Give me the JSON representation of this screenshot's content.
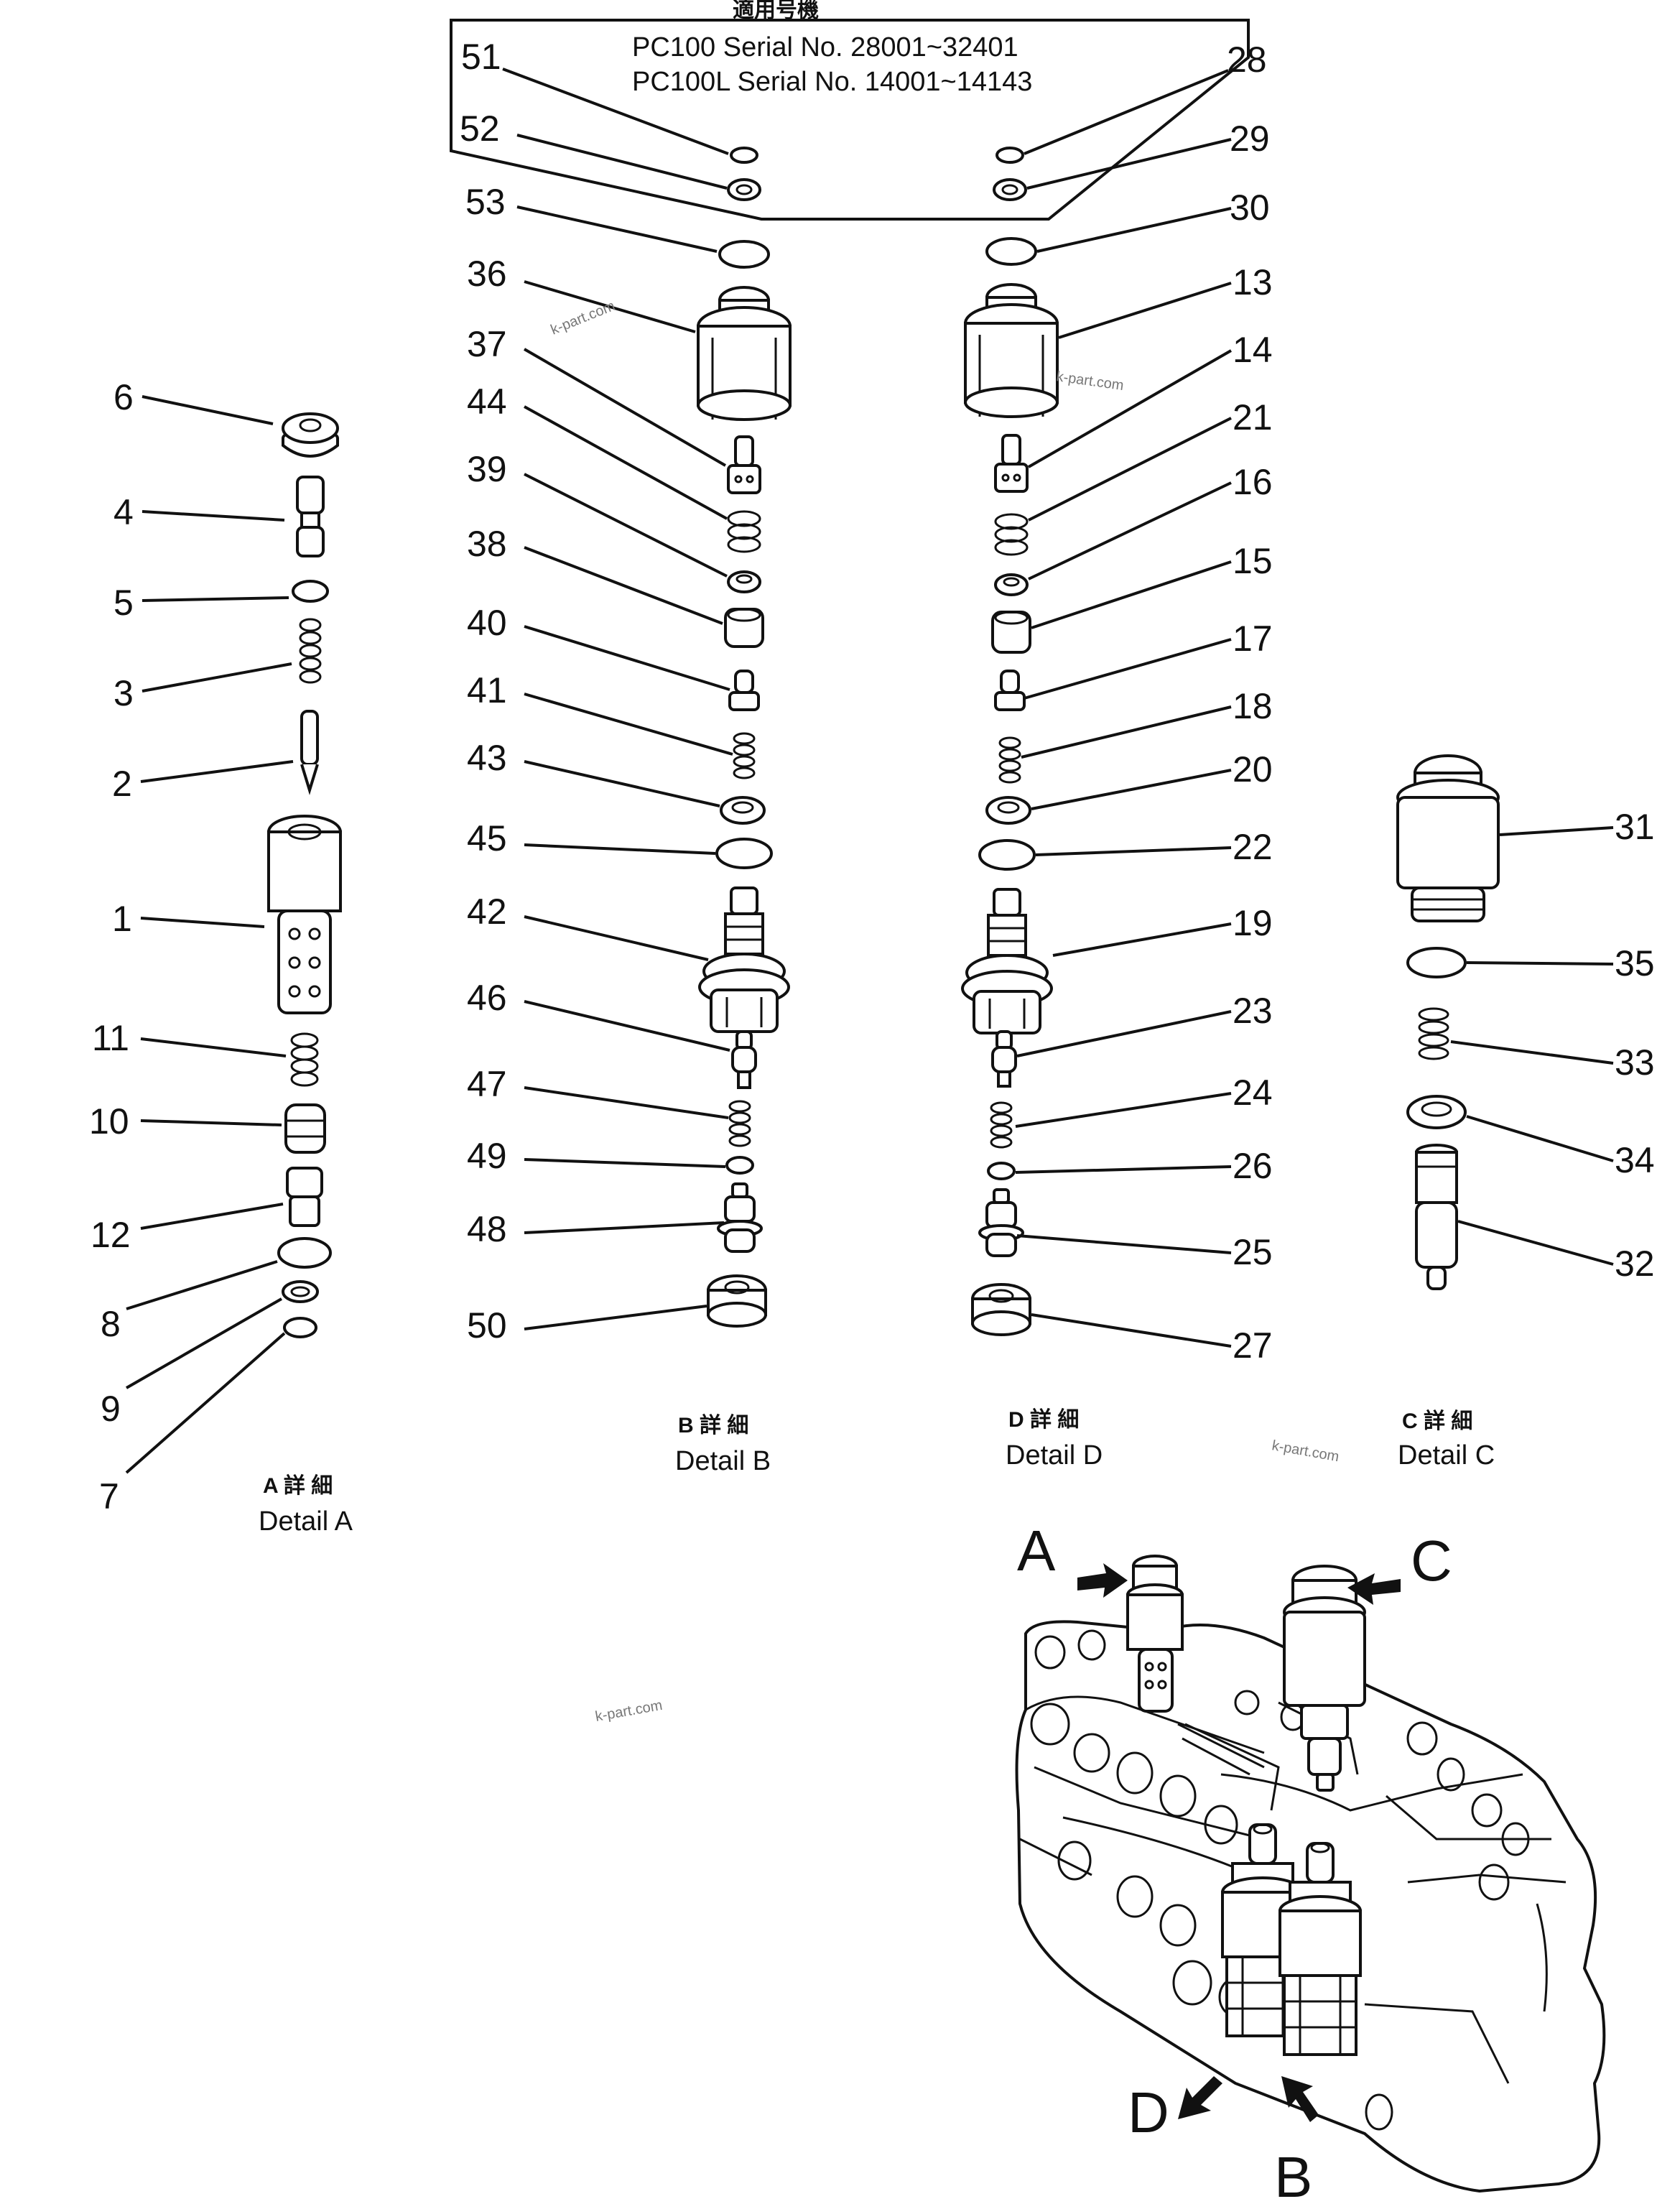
{
  "header": {
    "japanese_title": "適用号機",
    "line1": "PC100   Serial No. 28001~32401",
    "line2": "PC100L  Serial No. 14001~14143"
  },
  "details": {
    "a": {
      "jp": "A 詳 細",
      "en": "Detail  A"
    },
    "b": {
      "jp": "B 詳 細",
      "en": "Detail  B"
    },
    "d": {
      "jp": "D 詳 細",
      "en": "Detail  D"
    },
    "c": {
      "jp": "C 詳 細",
      "en": "Detail  C"
    }
  },
  "arrows": {
    "a": "A",
    "b": "B",
    "c": "C",
    "d": "D"
  },
  "watermark": "k-part.com",
  "callouts": [
    {
      "id": "c6",
      "label": "6"
    },
    {
      "id": "c4",
      "label": "4"
    },
    {
      "id": "c5",
      "label": "5"
    },
    {
      "id": "c3",
      "label": "3"
    },
    {
      "id": "c2",
      "label": "2"
    },
    {
      "id": "c1",
      "label": "1"
    },
    {
      "id": "c11",
      "label": "11"
    },
    {
      "id": "c10",
      "label": "10"
    },
    {
      "id": "c12",
      "label": "12"
    },
    {
      "id": "c8",
      "label": "8"
    },
    {
      "id": "c9",
      "label": "9"
    },
    {
      "id": "c7",
      "label": "7"
    },
    {
      "id": "c51",
      "label": "51"
    },
    {
      "id": "c52",
      "label": "52"
    },
    {
      "id": "c53",
      "label": "53"
    },
    {
      "id": "c36",
      "label": "36"
    },
    {
      "id": "c37",
      "label": "37"
    },
    {
      "id": "c44",
      "label": "44"
    },
    {
      "id": "c39",
      "label": "39"
    },
    {
      "id": "c38",
      "label": "38"
    },
    {
      "id": "c40",
      "label": "40"
    },
    {
      "id": "c41",
      "label": "41"
    },
    {
      "id": "c43",
      "label": "43"
    },
    {
      "id": "c45",
      "label": "45"
    },
    {
      "id": "c42",
      "label": "42"
    },
    {
      "id": "c46",
      "label": "46"
    },
    {
      "id": "c47",
      "label": "47"
    },
    {
      "id": "c49",
      "label": "49"
    },
    {
      "id": "c48",
      "label": "48"
    },
    {
      "id": "c50",
      "label": "50"
    },
    {
      "id": "c28",
      "label": "28"
    },
    {
      "id": "c29",
      "label": "29"
    },
    {
      "id": "c30",
      "label": "30"
    },
    {
      "id": "c13",
      "label": "13"
    },
    {
      "id": "c14",
      "label": "14"
    },
    {
      "id": "c21",
      "label": "21"
    },
    {
      "id": "c16",
      "label": "16"
    },
    {
      "id": "c15",
      "label": "15"
    },
    {
      "id": "c17",
      "label": "17"
    },
    {
      "id": "c18",
      "label": "18"
    },
    {
      "id": "c20",
      "label": "20"
    },
    {
      "id": "c22",
      "label": "22"
    },
    {
      "id": "c19",
      "label": "19"
    },
    {
      "id": "c23",
      "label": "23"
    },
    {
      "id": "c24",
      "label": "24"
    },
    {
      "id": "c26",
      "label": "26"
    },
    {
      "id": "c25",
      "label": "25"
    },
    {
      "id": "c27",
      "label": "27"
    },
    {
      "id": "c31",
      "label": "31"
    },
    {
      "id": "c35",
      "label": "35"
    },
    {
      "id": "c33",
      "label": "33"
    },
    {
      "id": "c34",
      "label": "34"
    },
    {
      "id": "c32",
      "label": "32"
    }
  ]
}
